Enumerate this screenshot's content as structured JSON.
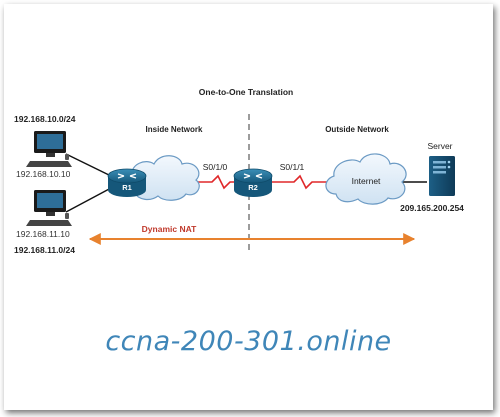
{
  "diagram": {
    "title": "One-to-One Translation",
    "inside_label": "Inside Network",
    "outside_label": "Outside Network",
    "server_label": "Server",
    "pc1_network": "192.168.10.0/24",
    "pc1_ip": "192.168.10.10",
    "pc2_ip": "192.168.11.10",
    "pc2_network": "192.168.11.0/24",
    "r1_name": "R1",
    "r2_name": "R2",
    "r1_r2_interface": "S0/1/0",
    "r2_internet_interface": "S0/1/1",
    "internet_label": "Internet",
    "server_ip": "209.165.200.254",
    "dynamic_nat_label": "Dynamic NAT"
  },
  "watermark": "ccna-200-301.online",
  "colors": {
    "router": "#1e6e93",
    "cloud_fill": "#e2eef8",
    "cloud_stroke": "#6b9ac4",
    "serial_link": "#e0282a",
    "nat_arrow": "#e8822e",
    "watermark": "#3f86b8"
  }
}
